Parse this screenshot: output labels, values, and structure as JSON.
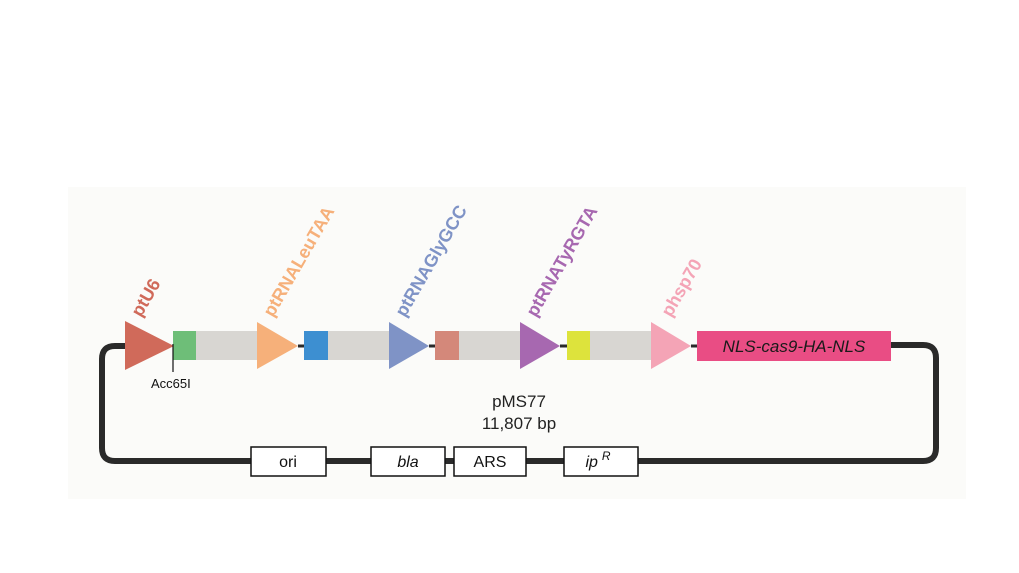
{
  "plasmid": {
    "name": "pMS77",
    "size": "11,807 bp"
  },
  "restriction_site": "Acc65I",
  "promoters": [
    {
      "label": "ptU6",
      "color": "#d06a5a"
    },
    {
      "label": "ptRNALeuTAA",
      "color": "#f6b07a"
    },
    {
      "label": "ptRNAGlyGCC",
      "color": "#7f93c6"
    },
    {
      "label": "ptRNATyRGTA",
      "color": "#a768b0"
    },
    {
      "label": "phsp70",
      "color": "#f4a4b6"
    }
  ],
  "spacer_colors": [
    "#6ebe78",
    "#3d8fd1",
    "#d4887a",
    "#dde33c"
  ],
  "spacer_fill": "#d8d6d2",
  "gene": {
    "label": "NLS-cas9-HA-NLS",
    "color": "#e94d84"
  },
  "backbone": {
    "ori": "ori",
    "bla": "bla",
    "ars": "ARS",
    "ipr_base": "ip",
    "ipr_sup": "R"
  }
}
